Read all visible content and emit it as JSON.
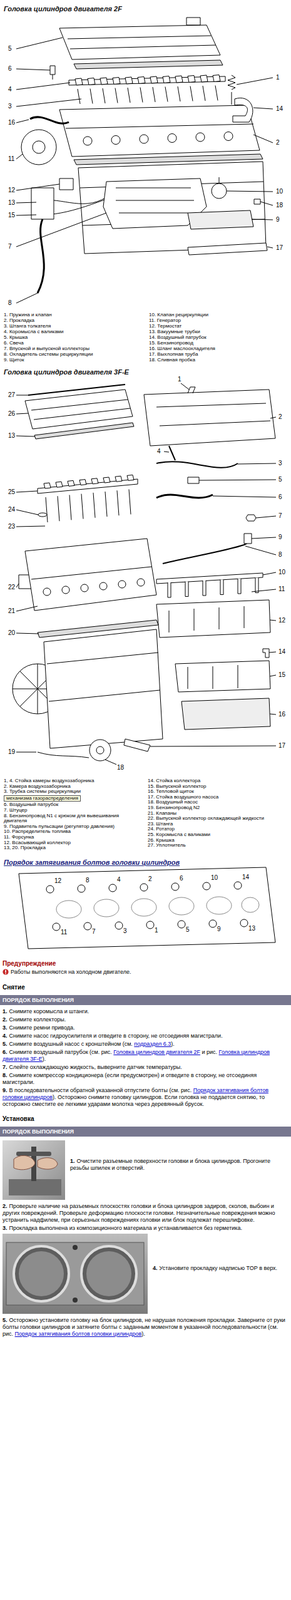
{
  "diagram": {
    "nodes": [
      {
        "text": [
          "ПОРЯДОК ВЫПОЛНЕНИЯ"
        ]
      },
      {
        "text": [
          "ПОРЯДОК ВЫПОЛНЕНИЯ"
        ]
      }
    ],
    "labels": [
      "Головка цилиндров двигателя 2F",
      "1",
      "2",
      "3",
      "4",
      "5",
      "6",
      "7",
      "8",
      "9",
      "10",
      "11",
      "12",
      "13",
      "14",
      "15",
      "16",
      "17",
      "18",
      "1. Пружина и клапан",
      "2. Прокладка",
      "3. Штанга толкателя",
      "4. Коромысла с валиками",
      "5. Крышка",
      "6. Свеча",
      "7. Впускной и выпускной коллекторы",
      "8. Охладитель системы рециркуляции",
      "9. Щиток",
      "10. Клапан рециркуляции",
      "11. Генератор",
      "12. Термостат",
      "13. Вакуумные трубки",
      "14. Воздушный патрубок",
      "15. Бензинопровод",
      "16. Шланг маслоохладителя",
      "17. Выхлопная труба",
      "18. Сливная пробка",
      "Головка цилиндров двигателя 3F-E",
      "1",
      "2",
      "3",
      "4",
      "5",
      "6",
      "7",
      "8",
      "9",
      "10",
      "11",
      "12",
      "13",
      "14",
      "15",
      "16",
      "17",
      "18",
      "19",
      "20",
      "21",
      "22",
      "23",
      "24",
      "25",
      "26",
      "27",
      "1, 4. Стойка камеры воздухозаборника",
      "2. Камера воздухозаборника",
      "3. Трубка системы рециркуляции",
      "механизма газораспределения",
      "6. Воздушный патрубок",
      "7. Штуцер",
      "8. Бензинопровод N1 с крюком для вывешивания двигателя",
      "9. Подавитель пульсации (регулятор давления)",
      "10. Распределитель топлива",
      "11. Форсунка",
      "12. Всасывающий коллектор",
      "13, 20. Прокладка",
      "14. Стойка коллектора",
      "15. Выпускной коллектор",
      "16. Тепловой щиток",
      "17. Стойка воздушного насоса",
      "18. Воздушный насос",
      "19. Бензинопровод N2",
      "21. Клапаны",
      "22. Выпускной коллектор охлаждающей жидкости",
      "23. Штанга",
      "24. Ротатор",
      "25. Коромысла с валиками",
      "26. Крышка",
      "27. Уплотнитель",
      "Порядок затягивания болтов головки цилиндров",
      "12",
      "8",
      "4",
      "2",
      "6",
      "10",
      "14",
      "11",
      "7",
      "3",
      "1",
      "5",
      "9",
      "13",
      "Предупреждение",
      "Работы выполняются на холодном двигателе.",
      "Снятие",
      "1.",
      "Снимите коромысла и штанги.",
      "2.",
      "Снимите коллекторы.",
      "3.",
      "Снимите ремни привода.",
      "4.",
      "Снимите насос гидроусилителя и отведите в сторону, не отсоединяя магистрали.",
      "5.",
      "Снимите воздушный насос с кронштейном (см.",
      "подраздел 6.3",
      ").",
      "6.",
      "Снимите воздушный патрубок (см. рис.",
      "Головка цилиндров двигателя 2F",
      "и рис.",
      "Головка цилиндров двигателя 3F-E",
      ").",
      "7.",
      "Слейте охлаждающую жидкость, выверните датчик температуры.",
      "8.",
      "Снимите компрессор кондиционера (если предусмотрен) и отведите в сторону, не отсоединяя магистрали.",
      "9.",
      "В последовательности обратной указанной отпустите болты (см. рис.",
      "Порядок затягивания болтов головки цилиндров",
      "). Осторожно снимите головку цилиндров. Если головка не поддается снятию, то осторожно сместите ее легкими ударами молотка через деревянный брусок.",
      "Установка",
      "1.",
      "Очистите разъемные поверхности головки и блока цилиндров. Прогоните резьбы шпилек и отверстий.",
      "2.",
      "Проверьте наличие на разъемных плоскостях головки и блока цилиндров задиров, сколов, выбоин и других повреждений. Проверьте деформацию плоскости головки. Незначительные повреждения можно устранить надфилем, при серьезных повреждениях головки или блок подлежат перешлифовке.",
      "3.",
      "Прокладка выполнена из композиционного материала и устанавливается без герметика.",
      "4.",
      "Установите прокладку надписью TOP в верх.",
      "5.",
      "Осторожно установите головку на блок цилиндров, не нарушая положения прокладки. Заверните от руки болты головки цилиндров и затяните болты с заданным моментом в указанной последовательности (см. рис.",
      "Порядок затягивания болтов головки цилиндров",
      ")."
    ]
  }
}
